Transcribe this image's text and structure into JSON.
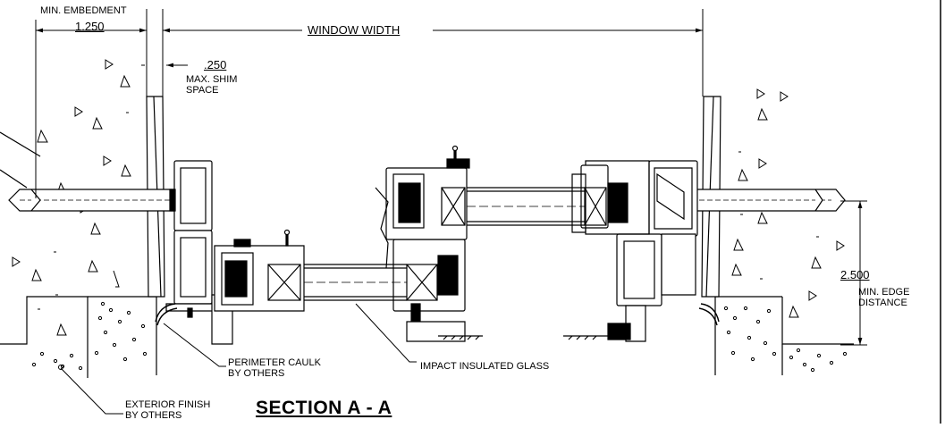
{
  "labels": {
    "min_embedment": "MIN. EMBEDMENT",
    "embedment_value": "1.250",
    "window_width": "WINDOW WIDTH",
    "shim_value": ".250",
    "max_shim_line1": "MAX. SHIM",
    "max_shim_line2": "SPACE",
    "edge_value": "2.500",
    "min_edge_line1": "MIN. EDGE",
    "min_edge_line2": "DISTANCE",
    "perimeter_caulk_line1": "PERIMETER CAULK",
    "perimeter_caulk_line2": "BY OTHERS",
    "impact_glass": "IMPACT INSULATED GLASS",
    "exterior_finish_line1": "EXTERIOR FINISH",
    "exterior_finish_line2": "BY OTHERS",
    "section_title": "SECTION A - A"
  }
}
